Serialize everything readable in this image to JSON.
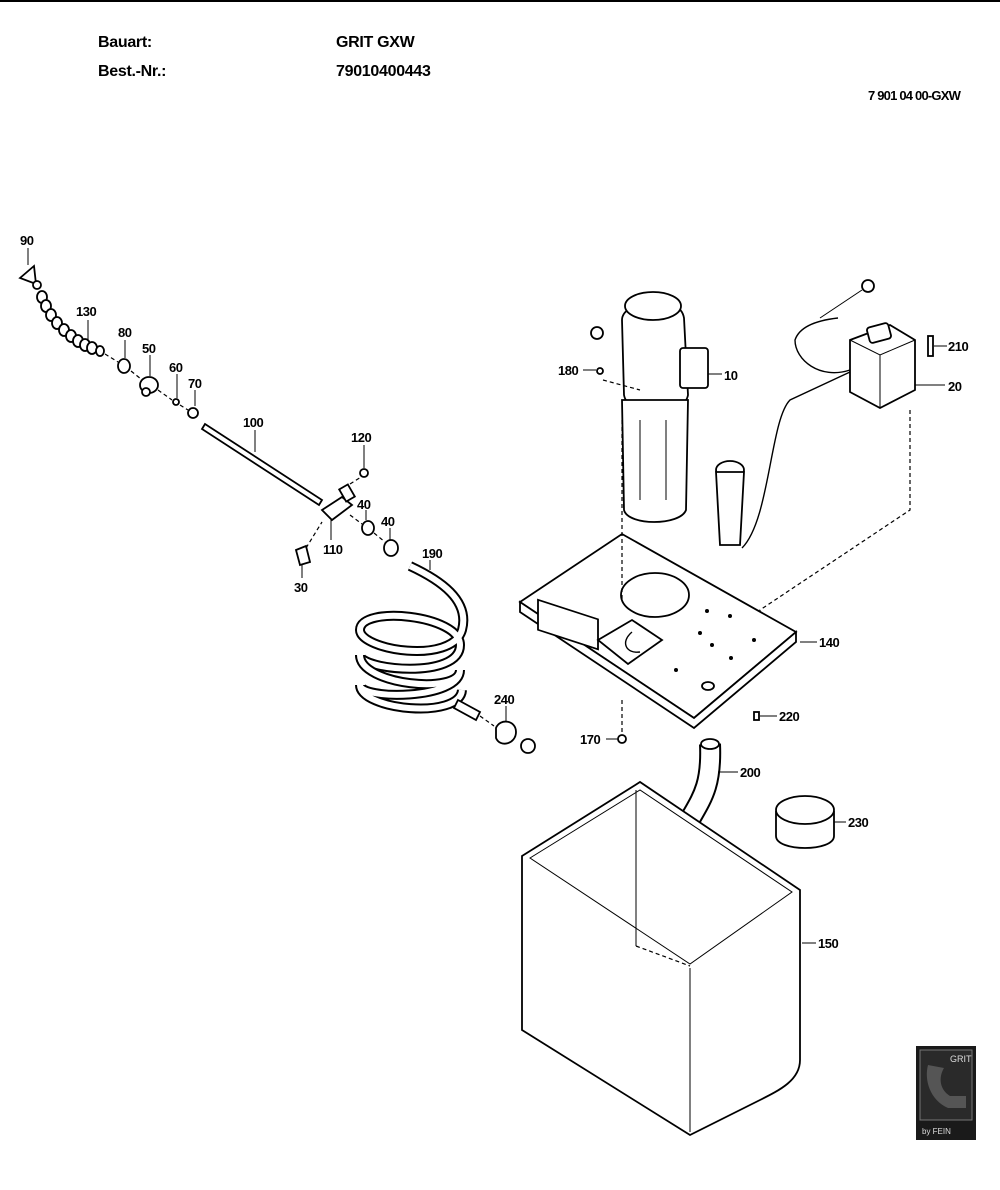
{
  "header": {
    "bauart_label": "Bauart:",
    "bauart_value": "GRIT GXW",
    "bestnr_label": "Best.-Nr.:",
    "bestnr_value": "79010400443",
    "drawing_id": "7 901 04 00-GXW"
  },
  "logo": {
    "brand": "GRIT",
    "byline": "by FEIN"
  },
  "parts": [
    {
      "id": "p10",
      "number": "10"
    },
    {
      "id": "p20",
      "number": "20"
    },
    {
      "id": "p30",
      "number": "30"
    },
    {
      "id": "p40a",
      "number": "40"
    },
    {
      "id": "p40b",
      "number": "40"
    },
    {
      "id": "p50",
      "number": "50"
    },
    {
      "id": "p60",
      "number": "60"
    },
    {
      "id": "p70",
      "number": "70"
    },
    {
      "id": "p80",
      "number": "80"
    },
    {
      "id": "p90",
      "number": "90"
    },
    {
      "id": "p100",
      "number": "100"
    },
    {
      "id": "p110",
      "number": "110"
    },
    {
      "id": "p120",
      "number": "120"
    },
    {
      "id": "p130",
      "number": "130"
    },
    {
      "id": "p140",
      "number": "140"
    },
    {
      "id": "p150",
      "number": "150"
    },
    {
      "id": "p170",
      "number": "170"
    },
    {
      "id": "p180",
      "number": "180"
    },
    {
      "id": "p190",
      "number": "190"
    },
    {
      "id": "p200",
      "number": "200"
    },
    {
      "id": "p210",
      "number": "210"
    },
    {
      "id": "p220",
      "number": "220"
    },
    {
      "id": "p230",
      "number": "230"
    },
    {
      "id": "p240",
      "number": "240"
    }
  ]
}
